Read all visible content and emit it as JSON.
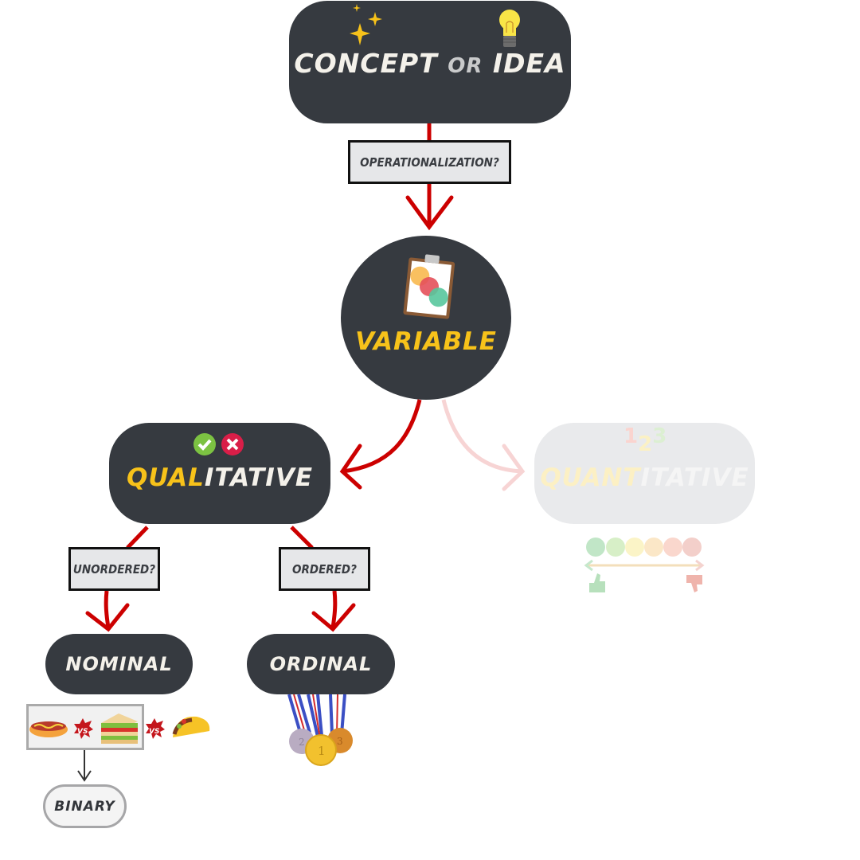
{
  "nodes": {
    "concept": {
      "part1": "Concept ",
      "part2": "or",
      "part3": " Idea"
    },
    "variable": {
      "label": "Variable"
    },
    "qualitative": {
      "prefix": "Qual",
      "suffix": "itative"
    },
    "quantitative": {
      "prefix": "Quant",
      "suffix": "itative",
      "numbers": [
        "1",
        "2",
        "3"
      ]
    },
    "nominal": {
      "label": "nominal"
    },
    "ordinal": {
      "label": "ordinal"
    },
    "binary": {
      "label": "binary"
    }
  },
  "questions": {
    "operationalization": "Operationalization?",
    "unordered": "Unordered?",
    "ordered": "Ordered?"
  },
  "examples": {
    "nominal": {
      "items": [
        "hot dog",
        "sandwich",
        "taco"
      ],
      "vs_label": "VS"
    },
    "ordinal": {
      "medals": [
        "2",
        "1",
        "3"
      ]
    },
    "quantitative_scale": {
      "faces": 6
    }
  },
  "colors": {
    "node_bg": "#363a40",
    "accent_yellow": "#f7c21a",
    "arrow_red": "#cc0000",
    "faded_node": "#e9eaec"
  }
}
